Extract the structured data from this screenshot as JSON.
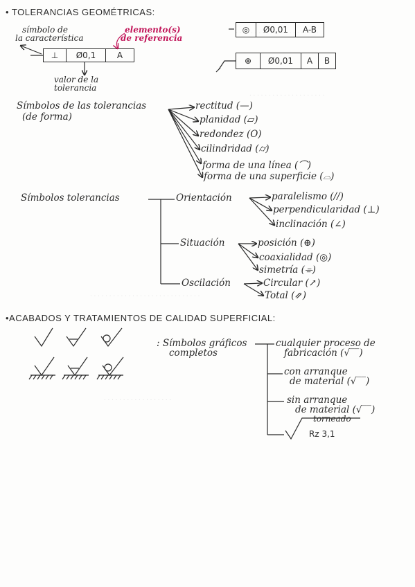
{
  "sections": {
    "tolerancias_title": "• TOLERANCIAS GEOMÉTRICAS:",
    "acabados_title": "•ACABADOS Y TRATAMIENTOS DE CALIDAD SUPERFICIAL:"
  },
  "frame_annotation": {
    "symbol_label_line1": "símbolo de",
    "symbol_label_line2": "la característica",
    "reference_label_line1": "elemento(s)",
    "reference_label_line2": "de referencia",
    "value_label_line1": "valor de la",
    "value_label_line2": "tolerancia",
    "cells": [
      "⊥",
      "Ø0,1",
      "A"
    ]
  },
  "frame_examples": [
    {
      "cells": [
        "◎",
        "Ø0,01",
        "A-B"
      ]
    },
    {
      "cells": [
        "⊕",
        "Ø0,01",
        "A",
        "B"
      ]
    }
  ],
  "form_tolerances": {
    "label_line1": "Símbolos de las tolerancias",
    "label_line2": "(de forma)",
    "items": [
      "rectitud (—)",
      "planidad (▱)",
      "redondez (O)",
      "cilindridad (⌭)",
      "forma de una línea (⌒)",
      "forma de una superficie (⌓)"
    ]
  },
  "position_tolerances": {
    "label": "Símbolos tolerancias",
    "groups": [
      {
        "name": "Orientación",
        "items": [
          "paralelismo (//)",
          "perpendicularidad (⊥)",
          "inclinación (∠)"
        ]
      },
      {
        "name": "Situación",
        "items": [
          "posición (⊕)",
          "coaxialidad (◎)",
          "simetría (⌯)"
        ]
      },
      {
        "name": "Oscilación",
        "items": [
          "Circular (↗)",
          "Total (⇗)"
        ]
      }
    ]
  },
  "surface_symbols": {
    "label_line1": ": Símbolos gráficos",
    "label_line2": "completos",
    "items": [
      {
        "line1": "cualquier proceso de",
        "line2": "fabricación (√‾‾)"
      },
      {
        "line1": "con arranque",
        "line2": "de material (√‾‾)"
      },
      {
        "line1": "sin arranque",
        "line2": "de material (√‾‾)"
      }
    ],
    "example_process": "torneado",
    "example_value": "Rz 3,1"
  }
}
